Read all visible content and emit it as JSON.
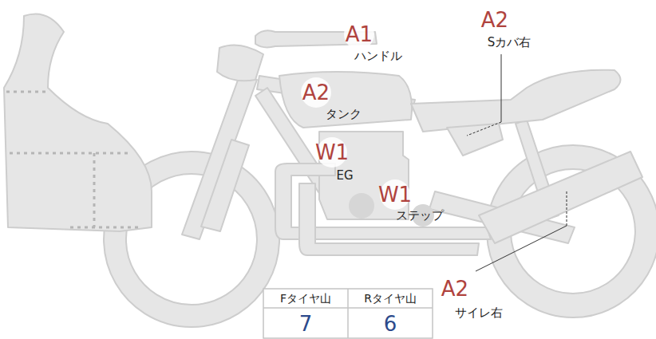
{
  "diagram": {
    "labels": [
      "A1",
      "ハンドル",
      "A2",
      "Sカバ右",
      "A2",
      "タンク",
      "W1",
      "EG",
      "W1",
      "ステップ",
      "A2",
      "サイレ右",
      "Fタイヤ山",
      "Rタイヤ山",
      "7",
      "6"
    ]
  }
}
